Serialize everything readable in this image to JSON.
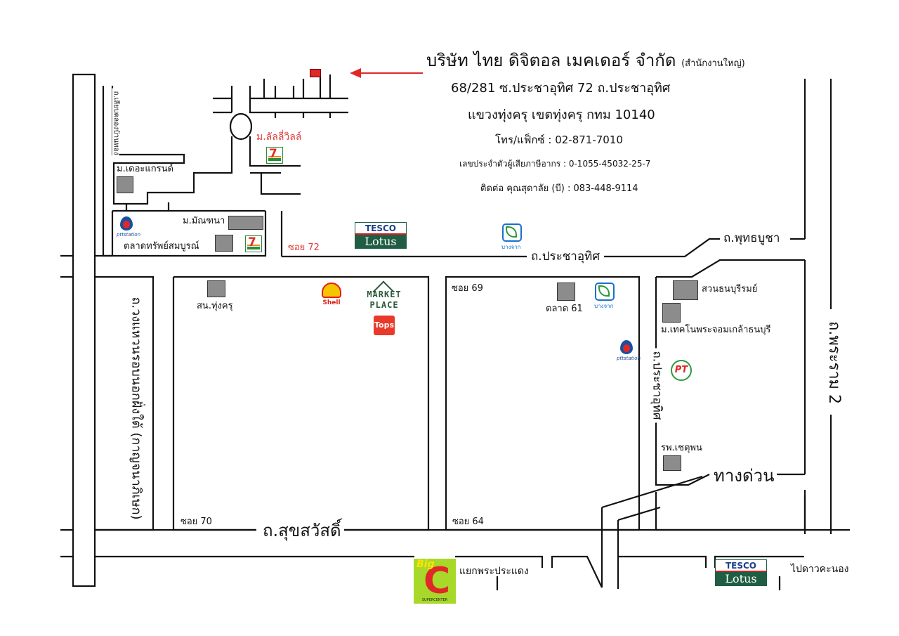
{
  "company": {
    "name": "บริษัท ไทย ดิจิตอล เมคเดอร์ จำกัด",
    "branch": "(สำนักงานใหญ่)",
    "address1": "68/281 ซ.ประชาอุทิศ 72 ถ.ประชาอุทิศ",
    "address2": "แขวงทุ่งครุ เขตทุ่งครุ กทม 10140",
    "phone": "โทร/แฟ็กซ์ : 02-871-7010",
    "tax_id": "เลขประจำตัวผู้เสียภาษีอากร : 0-1055-45032-25-7",
    "contact": "ติดต่อ คุณสุดาลัย (บี) : 083-448-9114"
  },
  "colors": {
    "road": "#111111",
    "building": "#8c8c8c",
    "accent": "#e02828",
    "arrow": "#e02828"
  },
  "roads": {
    "kanchanaphisek": "ถ.วงแหวนรอบนอกฝั่งใต้ (กาญจนาภิเษก)",
    "rama2": "ถ.พระราม 2",
    "pracha_uthit_h": "ถ.ประชาอุทิศ",
    "pracha_uthit_v": "ถ.ประชาอุทิศ",
    "phutthabucha": "ถ.พุทธบูชา",
    "suksawat": "ถ.สุขสวัสดิ์",
    "expressway": "ทางด่วน",
    "pracha_uthit_small": "ถ.เลียบคลองบ้านทอง",
    "soi72": "ซอย 72",
    "soi69": "ซอย 69",
    "soi70": "ซอย 70",
    "soi64": "ซอย 64"
  },
  "places": {
    "lalliville": "ม.ลัลลี่วิลล์",
    "the_grand": "ม.เดอะแกรนด์",
    "manthana": "ม.มัณฑนา",
    "talad_sap": "ตลาดทรัพย์สมบูรณ์",
    "police": "สน.ทุ่งครุ",
    "talad61": "ตลาด 61",
    "park": "สวนธนบุรีรมย์",
    "kmutt": "ม.เทคโนพระจอมเกล้าธนบุรี",
    "hospital": "รพ.เชตุพน",
    "yaek": "แยกพระประแดง",
    "to_daokanong": "ไปดาวคะนอง"
  },
  "logos": {
    "seven_eleven_icon": "7-Eleven",
    "tesco1_top": "TESCO",
    "tesco1_bottom": "Lotus",
    "tesco2_top": "TESCO",
    "tesco2_bottom": "Lotus",
    "bangchak_caption": "บางจาก",
    "bangchak2_caption": "บางจาก",
    "ptt_caption": "pttstation",
    "ptt2_caption": "pttstation",
    "shell": "Shell",
    "market_place_1": "MARKET",
    "market_place_2": "PLACE",
    "tops": "Tops",
    "pt": "PT",
    "bigc_top": "Big",
    "bigc_letter": "C",
    "bigc_caption": "SUPERCENTER",
    "seven_text": "7"
  }
}
